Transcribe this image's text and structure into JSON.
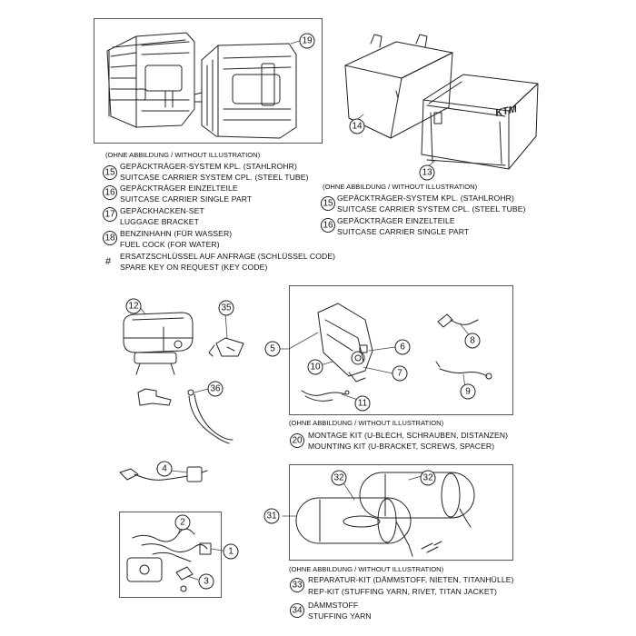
{
  "callouts": {
    "c1": "1",
    "c2": "2",
    "c3": "3",
    "c4": "4",
    "c5": "5",
    "c6": "6",
    "c7": "7",
    "c8": "8",
    "c9": "9",
    "c10": "10",
    "c11": "11",
    "c12": "12",
    "c13": "13",
    "c14": "14",
    "c19": "19",
    "c31": "31",
    "c32a": "32",
    "c32b": "32",
    "c35": "35",
    "c36": "36"
  },
  "left_list": {
    "note": "(OHNE ABBILDUNG / WITHOUT ILLUSTRATION)",
    "items": [
      {
        "num": "15",
        "de": "GEPÄCKTRÄGER-SYSTEM KPL. (STAHLROHR)",
        "en": "SUITCASE CARRIER SYSTEM CPL. (STEEL TUBE)"
      },
      {
        "num": "16",
        "de": "GEPÄCKTRÄGER EINZELTEILE",
        "en": "SUITCASE CARRIER SINGLE PART"
      },
      {
        "num": "17",
        "de": "GEPÄCKHACKEN-SET",
        "en": "LUGGAGE BRACKET"
      },
      {
        "num": "18",
        "de": "BENZINHAHN (FÜR WASSER)",
        "en": "FUEL COCK (FOR WATER)"
      }
    ],
    "hash_symbol": "#",
    "hash_de": "ERSATZSCHLÜSSEL AUF ANFRAGE (SCHLÜSSEL CODE)",
    "hash_en": "SPARE KEY ON REQUEST (KEY CODE)"
  },
  "right_list": {
    "note": "(OHNE ABBILDUNG / WITHOUT ILLUSTRATION)",
    "items": [
      {
        "num": "15",
        "de": "GEPÄCKTRÄGER-SYSTEM KPL. (STAHLROHR)",
        "en": "SUITCASE CARRIER SYSTEM CPL. (STEEL TUBE)"
      },
      {
        "num": "16",
        "de": "GEPÄCKTRÄGER EINZELTEILE",
        "en": "SUITCASE CARRIER SINGLE PART"
      }
    ]
  },
  "mounting_list": {
    "note": "(OHNE ABBILDUNG / WITHOUT ILLUSTRATION)",
    "items": [
      {
        "num": "20",
        "de": "MONTAGE KIT (U-BLECH, SCHRAUBEN, DISTANZEN)",
        "en": "MOUNTING KIT (U-BRACKET, SCREWS, SPACER)"
      }
    ]
  },
  "exhaust_list": {
    "note": "(OHNE ABBILDUNG / WITHOUT ILLUSTRATION)",
    "items": [
      {
        "num": "33",
        "de": "REPARATUR-KIT (DÄMMSTOFF, NIETEN, TITANHÜLLE)",
        "en": "REP-KIT (STUFFING YARN, RIVET, TITAN JACKET)"
      },
      {
        "num": "34",
        "de": "DÄMMSTOFF",
        "en": "STUFFING YARN"
      }
    ]
  },
  "brand_mark": "KTM"
}
